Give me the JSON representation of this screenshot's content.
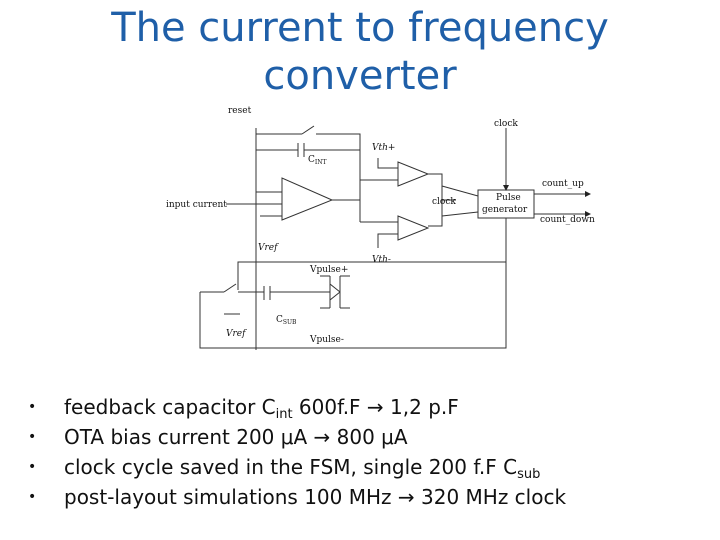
{
  "title": {
    "line1": "The current to frequency",
    "line2": "converter"
  },
  "schematic": {
    "reset": "reset",
    "cint": "C",
    "cint_sub": "INT",
    "input_current": "input current",
    "vref_top": "Vref",
    "vth_plus": "Vth+",
    "vth_minus": "Vth-",
    "clock_in": "clock",
    "clock_top": "clock",
    "pulse_line1": "Pulse",
    "pulse_line2": "generator",
    "count_up": "count_up",
    "count_down": "count_down",
    "vpulse_plus": "Vpulse+",
    "vpulse_minus": "Vpulse-",
    "csub": "C",
    "csub_sub": "SUB",
    "vref_bottom": "Vref"
  },
  "bullets": [
    {
      "pre": "feedback capacitor C",
      "sub": "int",
      "post": " 600f.F → 1,2 p.F"
    },
    {
      "pre": "OTA bias current 200 μA → 800 μA",
      "sub": "",
      "post": ""
    },
    {
      "pre": "clock cycle saved in the FSM, single 200 f.F C",
      "sub": "sub",
      "post": ""
    },
    {
      "pre": "post-layout simulations 100 MHz → 320 MHz clock",
      "sub": "",
      "post": ""
    }
  ],
  "bullet_symbol": "•"
}
